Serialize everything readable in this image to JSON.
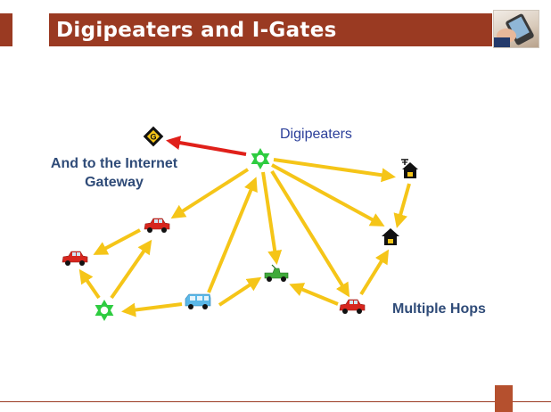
{
  "header": {
    "title": "Digipeaters and I-Gates"
  },
  "labels": {
    "digipeaters": "Digipeaters",
    "internet_line1": "And to the Internet",
    "internet_line2": "Gateway",
    "multiple_hops": "Multiple Hops"
  },
  "colors": {
    "header": "#9a3a22",
    "arrow": "#f5c518",
    "gateway_arrow": "#e0201a",
    "digipeater": "#2ecc40"
  }
}
